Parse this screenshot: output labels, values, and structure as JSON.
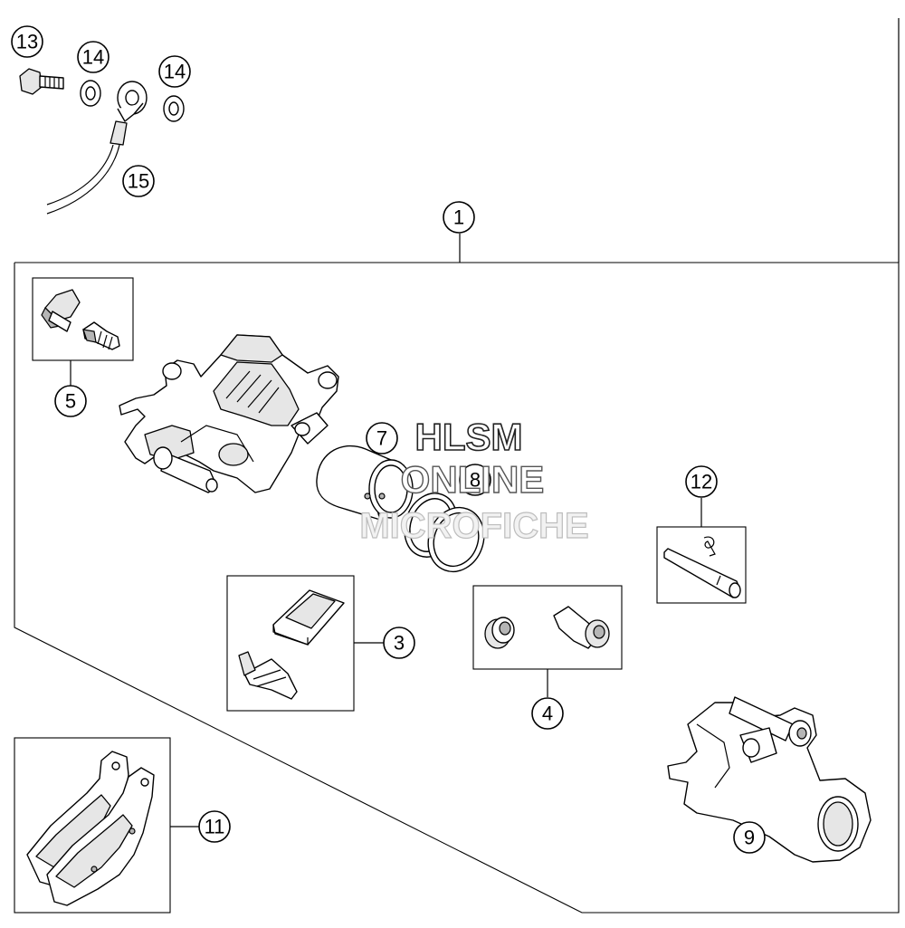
{
  "watermark": {
    "line1": "HLSM",
    "line2": "ONLINE",
    "line3": "MICROFICHE"
  },
  "callouts": [
    {
      "id": "c1",
      "label": "1"
    },
    {
      "id": "c3",
      "label": "3"
    },
    {
      "id": "c4",
      "label": "4"
    },
    {
      "id": "c5",
      "label": "5"
    },
    {
      "id": "c7",
      "label": "7"
    },
    {
      "id": "c8",
      "label": "8"
    },
    {
      "id": "c9",
      "label": "9"
    },
    {
      "id": "c11",
      "label": "11"
    },
    {
      "id": "c12",
      "label": "12"
    },
    {
      "id": "c13",
      "label": "13"
    },
    {
      "id": "c14a",
      "label": "14"
    },
    {
      "id": "c14b",
      "label": "14"
    },
    {
      "id": "c15",
      "label": "15"
    }
  ]
}
